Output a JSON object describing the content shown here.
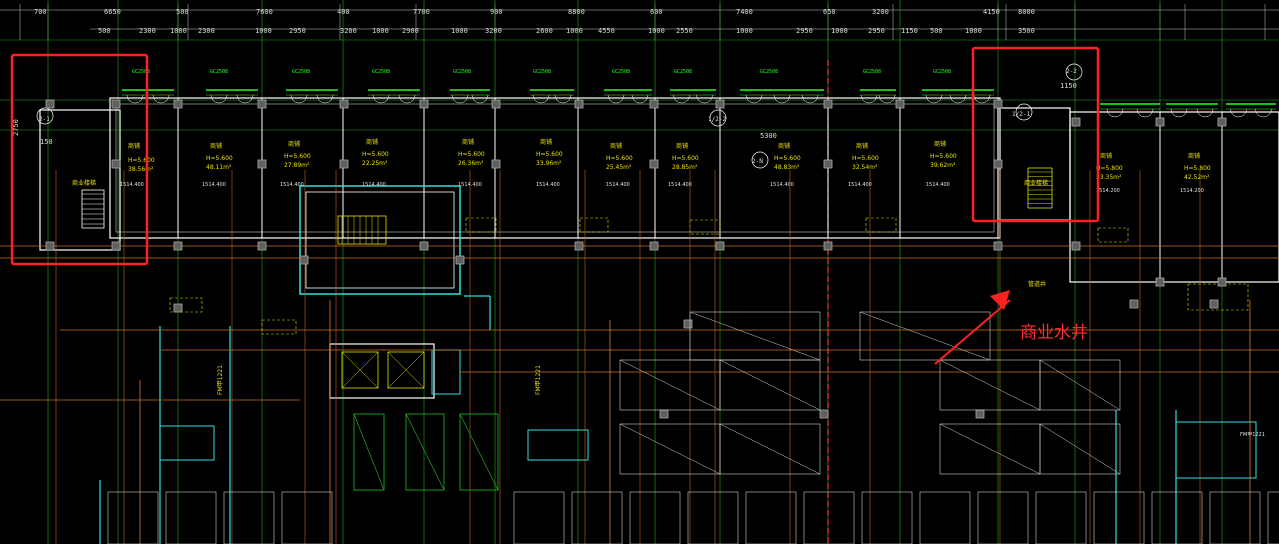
{
  "top_dims_row1": [
    "700",
    "6650",
    "500",
    "7600",
    "400",
    "7700",
    "900",
    "8800",
    "600",
    "7400",
    "650",
    "3200",
    "4150",
    "8000"
  ],
  "top_dims_row2": [
    "500",
    "2300",
    "1000",
    "2300",
    "1000",
    "2950",
    "3200",
    "1000",
    "2900",
    "1000",
    "3200",
    "2600",
    "1000",
    "4550",
    "1000",
    "2550",
    "1000",
    "2950",
    "1000",
    "2950",
    "1150",
    "500",
    "1000",
    "3500"
  ],
  "rooms": [
    {
      "name": "商铺",
      "h": "H=5.600",
      "area": "38.56m²",
      "elev": "1514.400"
    },
    {
      "name": "商铺",
      "h": "H=5.600",
      "area": "48.11m²",
      "elev": "1514.400"
    },
    {
      "name": "商铺",
      "h": "H=5.600",
      "area": "27.89m²",
      "elev": "1514.400"
    },
    {
      "name": "商铺",
      "h": "H=5.600",
      "area": "22.25m²",
      "elev": "1514.400"
    },
    {
      "name": "商铺",
      "h": "H=5.600",
      "area": "26.36m²",
      "elev": "1514.400"
    },
    {
      "name": "商铺",
      "h": "H=5.600",
      "area": "33.96m²",
      "elev": "1514.400"
    },
    {
      "name": "商铺",
      "h": "H=5.600",
      "area": "25.45m²",
      "elev": "1514.400"
    },
    {
      "name": "商铺",
      "h": "H=5.600",
      "area": "28.85m²",
      "elev": "1514.400"
    },
    {
      "name": "商铺",
      "h": "H=5.600",
      "area": "48.83m²",
      "elev": "1514.400"
    },
    {
      "name": "商铺",
      "h": "H=5.600",
      "area": "32.54m²",
      "elev": "1514.400"
    },
    {
      "name": "商铺",
      "h": "H=5.600",
      "area": "39.62m²",
      "elev": "1514.400"
    },
    {
      "name": "商铺",
      "h": "H=5.800",
      "area": "33.35m²",
      "elev": "1514.200"
    },
    {
      "name": "商铺",
      "h": "H=5.800",
      "area": "42.52m²",
      "elev": "1514.200"
    }
  ],
  "axis_labels": [
    "2-1",
    "1/2-1",
    "2-2",
    "1/2-2",
    "2-N"
  ],
  "window_tag": "GC2508",
  "dim_2750": "2750",
  "dim_150": "150",
  "dim_5300": "5300",
  "dim_1150": "1150",
  "stair_label": "商业楼梯",
  "stair_label_2": "商业楼梯",
  "fire_labels": [
    "FM甲1221",
    "FM甲1221",
    "FM甲1221"
  ],
  "shaft_label": "管道井",
  "callout_text": "商业水井"
}
